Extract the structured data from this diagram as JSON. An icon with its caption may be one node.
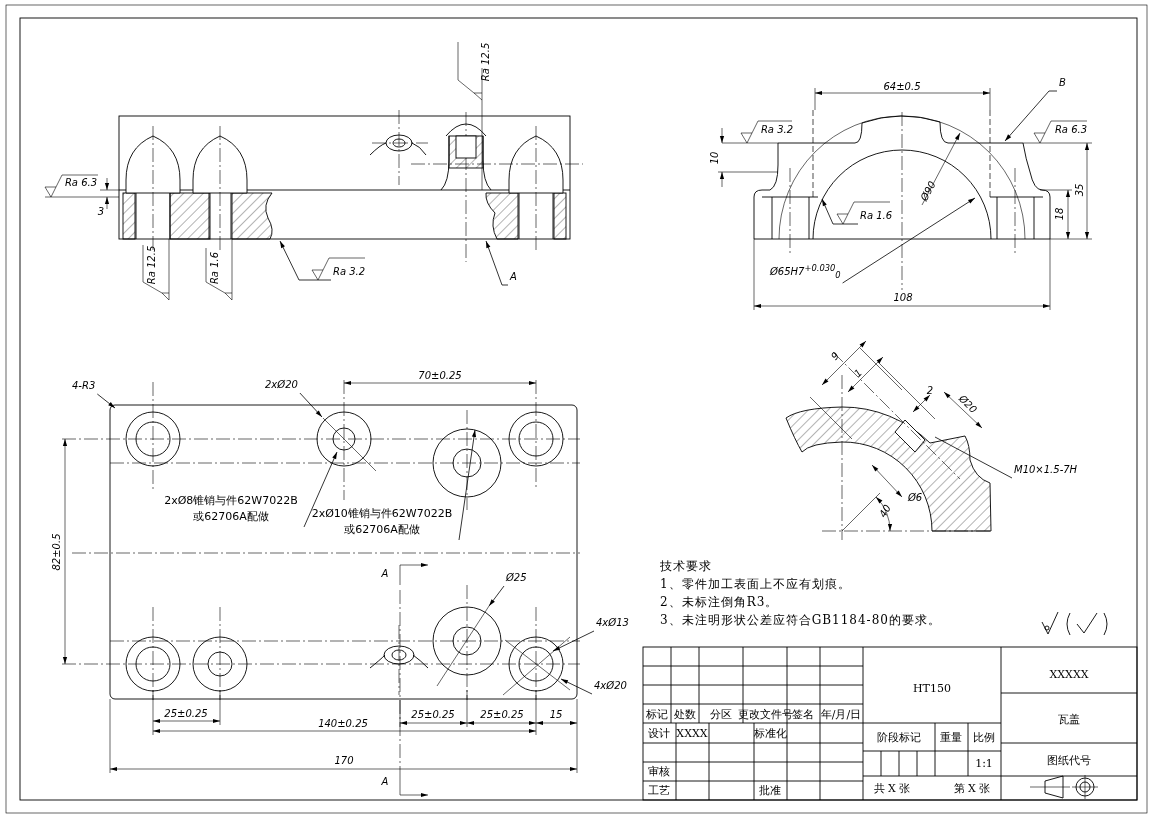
{
  "diagram": {
    "nodes": [
      {
        "text": [
          "Ra 3.2"
        ]
      },
      {
        "text": [
          "A"
        ]
      },
      {
        "text": [
          "B"
        ]
      },
      {
        "text": [
          "Ra 1.6"
        ]
      },
      {
        "text": [
          "Ø65H7$^{+0.030}$$_{0}$"
        ]
      },
      {
        "text": [
          "4-R3"
        ]
      },
      {
        "text": [
          "2xØ20"
        ]
      },
      {
        "text": [
          "2xØ8锥销与件62W7022B或62706A配做"
        ]
      },
      {
        "text": [
          "2xØ10锥销与件62W7022B或62706A配做"
        ]
      },
      {
        "text": [
          "Ø25"
        ]
      },
      {
        "text": [
          "4xØ13"
        ]
      },
      {
        "text": [
          "4xØ20"
        ]
      },
      {
        "text": [
          "M10×1.5-7H"
        ]
      }
    ],
    "edges": [
      {
        "from": 0,
        "to": null,
        "arrow": "to"
      },
      {
        "from": 1,
        "to": null,
        "arrow": "to"
      },
      {
        "from": 2,
        "to": null,
        "arrow": "to"
      },
      {
        "from": 3,
        "to": null,
        "arrow": "to"
      },
      {
        "from": 4,
        "to": null,
        "arrow": "to"
      },
      {
        "from": 5,
        "to": null,
        "arrow": "to"
      },
      {
        "from": 6,
        "to": null,
        "arrow": "to"
      },
      {
        "from": 7,
        "to": null,
        "arrow": "to"
      },
      {
        "from": 8,
        "to": null,
        "arrow": "to"
      },
      {
        "from": 9,
        "to": null,
        "arrow": "to"
      },
      {
        "from": 10,
        "to": null,
        "arrow": "to"
      },
      {
        "from": 11,
        "to": null,
        "arrow": "to"
      },
      {
        "from": 12,
        "to": null,
        "arrow": "none"
      }
    ],
    "labels": [
      "Ra 12.5",
      "Ra 6.3",
      "3",
      "Ra 12.5",
      "Ra 1.6",
      "64±0.5",
      "Ra 3.2",
      "Ra 6.3",
      "10",
      "35",
      "18",
      "Ø90",
      "108",
      "9",
      "1",
      "2",
      "Ø20",
      "Ø6",
      "40",
      "70±0.25",
      "82±0.5",
      "A",
      "25±0.25",
      "140±0.25",
      "25±0.25",
      "25±0.25",
      "15",
      "170",
      "A",
      "技术要求",
      "1、零件加工表面上不应有划痕。",
      "2、未标注倒角R3。",
      "3、未注明形状公差应符合GB1184-80的要求。",
      "XXXXX",
      "HT150",
      "标记",
      "处数",
      "分区",
      "更改文件号",
      "签名",
      "年/月/日",
      "瓦盖",
      "设计",
      "XXXX",
      "标准化",
      "阶段标记",
      "重量",
      "比例",
      "1:1",
      "图纸代号",
      "审核",
      "工艺",
      "批准",
      "共 X 张",
      "第 X 张"
    ]
  }
}
